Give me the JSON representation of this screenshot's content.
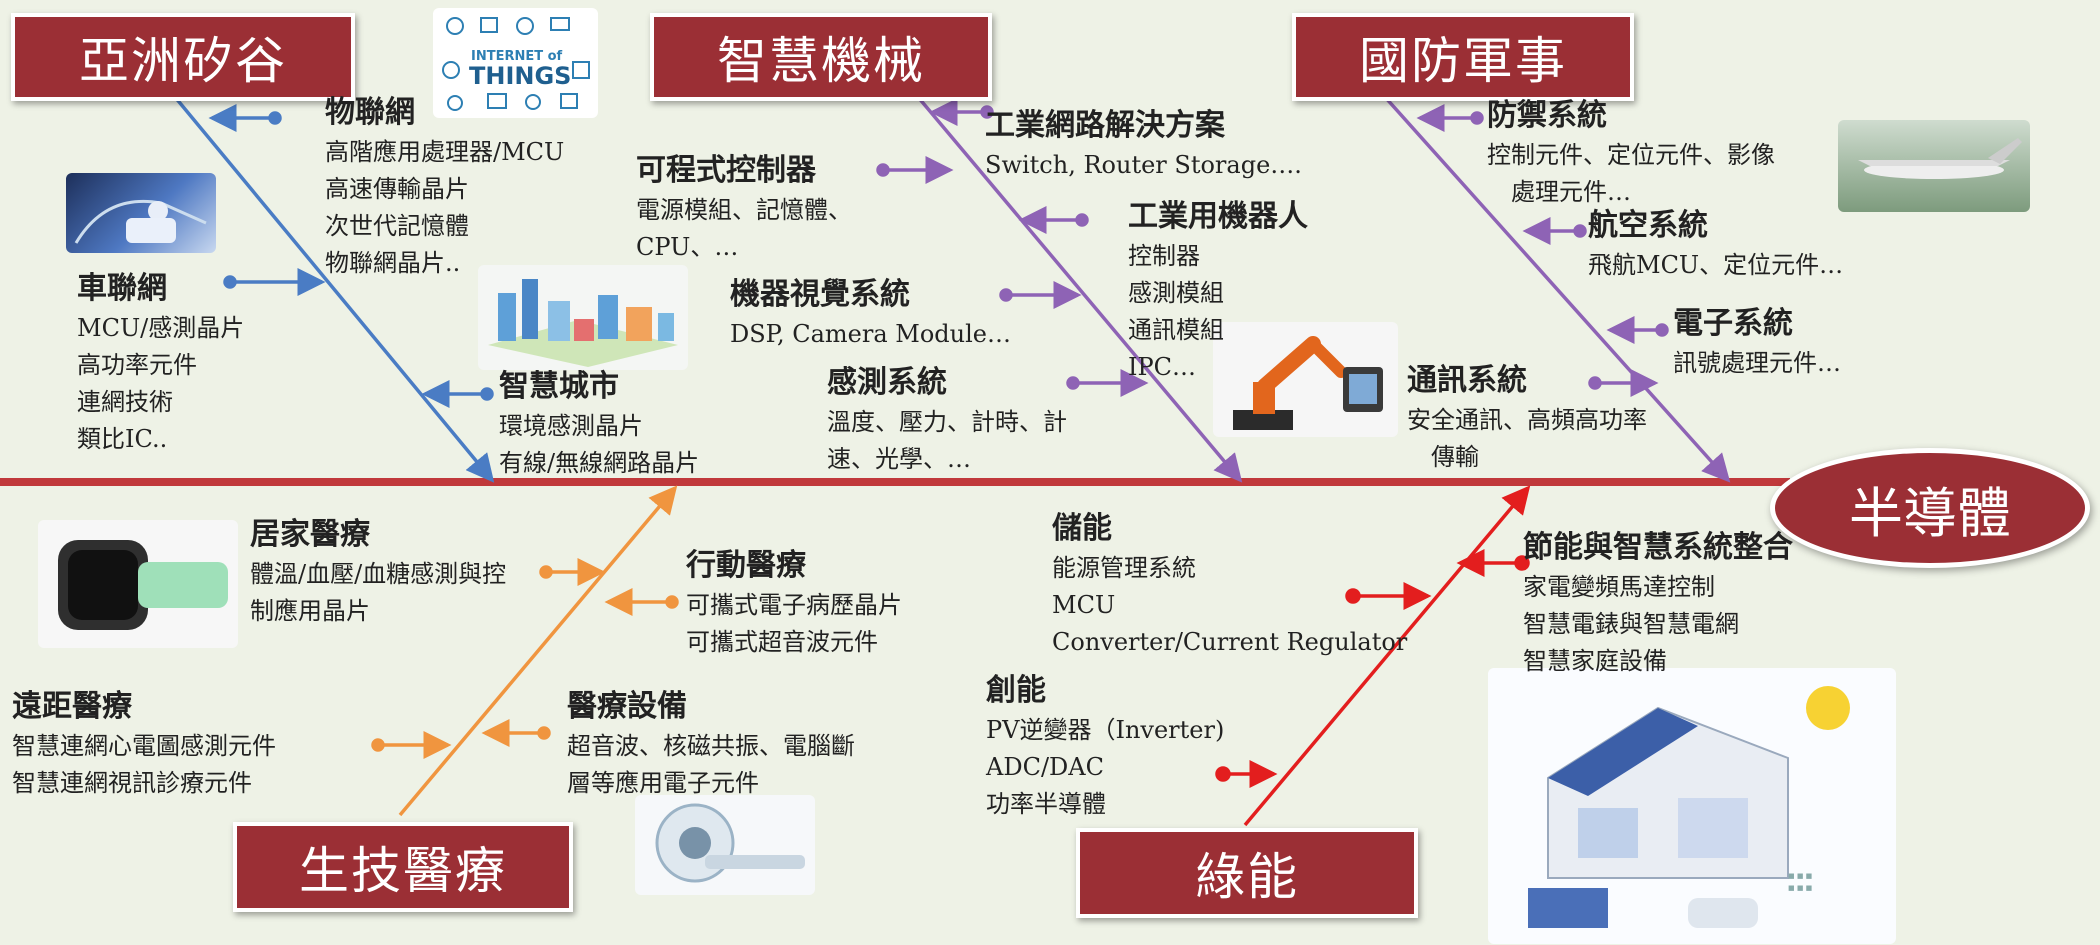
{
  "head": {
    "label": "半導體"
  },
  "categories": {
    "asia_silicon_valley": "亞洲矽谷",
    "smart_machinery": "智慧機械",
    "defense": "國防軍事",
    "biomedical": "生技醫療",
    "green_energy": "綠能"
  },
  "groups": {
    "iot": {
      "title": "物聯網",
      "lines": [
        "高階應用處理器/MCU",
        "高速傳輸晶片",
        "次世代記憶體",
        "物聯網晶片.."
      ]
    },
    "iov": {
      "title": "車聯網",
      "lines": [
        "MCU/感測晶片",
        "高功率元件",
        "連網技術",
        "類比IC.."
      ]
    },
    "smart_city": {
      "title": "智慧城市",
      "lines": [
        "環境感測晶片",
        "有線/無線網路晶片"
      ]
    },
    "plc": {
      "title": "可程式控制器",
      "lines": [
        "電源模組、記憶體、",
        "CPU、…"
      ]
    },
    "industrial_network": {
      "title": "工業網路解決方案",
      "lines": [
        "Switch, Router Storage…."
      ]
    },
    "industrial_robot": {
      "title": "工業用機器人",
      "lines": [
        "控制器",
        "感測模組",
        "通訊模組",
        "IPC…"
      ]
    },
    "machine_vision": {
      "title": "機器視覺系統",
      "lines": [
        "DSP, Camera Module…"
      ]
    },
    "sensing": {
      "title": "感測系統",
      "lines": [
        "溫度、壓力、計時、計",
        "速、光學、…"
      ]
    },
    "defense_system": {
      "title": "防禦系統",
      "lines": [
        "控制元件、定位元件、影像",
        "　處理元件…"
      ]
    },
    "aviation": {
      "title": "航空系統",
      "lines": [
        "飛航MCU、定位元件…"
      ]
    },
    "electronic": {
      "title": "電子系統",
      "lines": [
        "訊號處理元件…"
      ]
    },
    "comms": {
      "title": "通訊系統",
      "lines": [
        "安全通訊、高頻高功率",
        "　傳輸"
      ]
    },
    "home_care": {
      "title": "居家醫療",
      "lines": [
        "體溫/血壓/血糖感測與控",
        "制應用晶片"
      ]
    },
    "mobile_care": {
      "title": "行動醫療",
      "lines": [
        "可攜式電子病歷晶片",
        "可攜式超音波元件"
      ]
    },
    "telemedicine": {
      "title": "遠距醫療",
      "lines": [
        "智慧連網心電圖感測元件",
        "智慧連網視訊診療元件"
      ]
    },
    "medical_equipment": {
      "title": "醫療設備",
      "lines": [
        "超音波、核磁共振、電腦斷",
        "層等應用電子元件"
      ]
    },
    "storage": {
      "title": "儲能",
      "lines": [
        "能源管理系統",
        "MCU",
        "Converter/Current Regulator"
      ]
    },
    "generation": {
      "title": "創能",
      "lines": [
        "PV逆變器（Inverter)",
        "ADC/DAC",
        "功率半導體"
      ]
    },
    "saving": {
      "title": "節能與智慧系統整合",
      "lines": [
        "家電變頻馬達控制",
        "智慧電錶與智慧電網",
        "智慧家庭設備"
      ]
    }
  },
  "images": {
    "iot_logo": {
      "line1": "INTERNET of",
      "line2": "THINGS"
    }
  },
  "colors": {
    "spine": "#c0393b",
    "blue": "#4a7cc4",
    "purple": "#8e63b5",
    "orange": "#f0953f",
    "red": "#e31e1e",
    "box": "#9b2f35"
  },
  "icons": [
    "car-interior-image",
    "smart-city-image",
    "iot-logo-image",
    "robot-arm-image",
    "drone-image",
    "wearable-device-image",
    "mri-scanner-image",
    "smart-house-image"
  ]
}
